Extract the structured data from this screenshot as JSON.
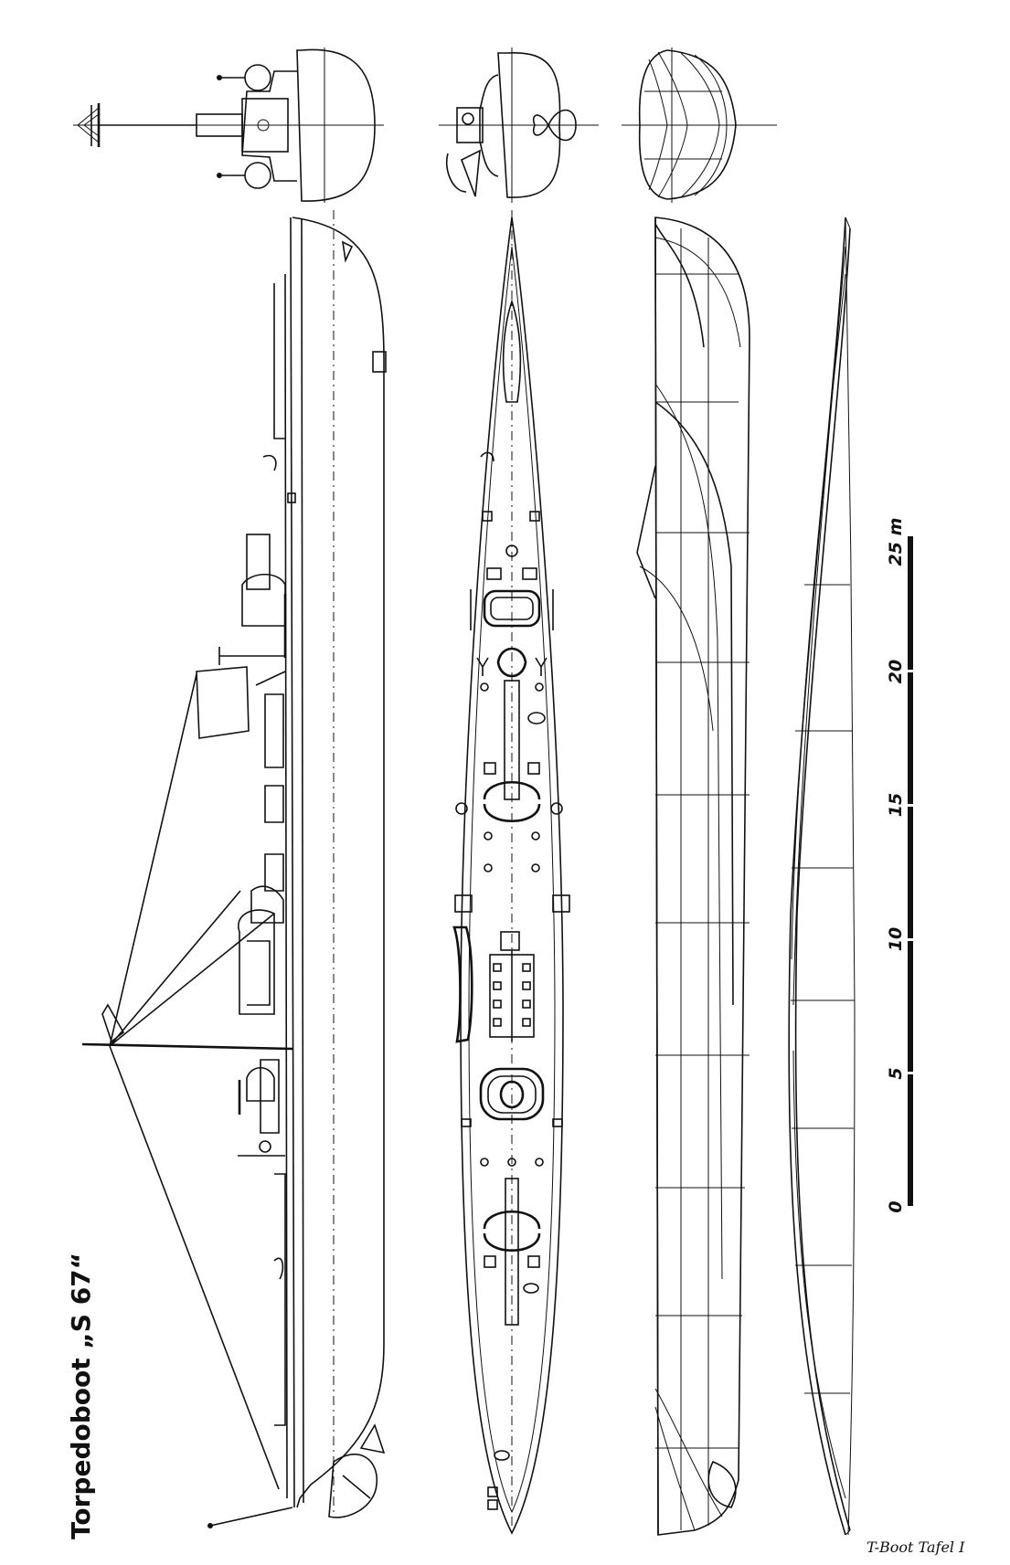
{
  "title": "Torpedoboot „S 67“",
  "footer": "T-Boot  Tafel I",
  "scale": {
    "unit": "m",
    "ticks": [
      "0",
      "5",
      "10",
      "15",
      "20",
      "25 m"
    ]
  }
}
